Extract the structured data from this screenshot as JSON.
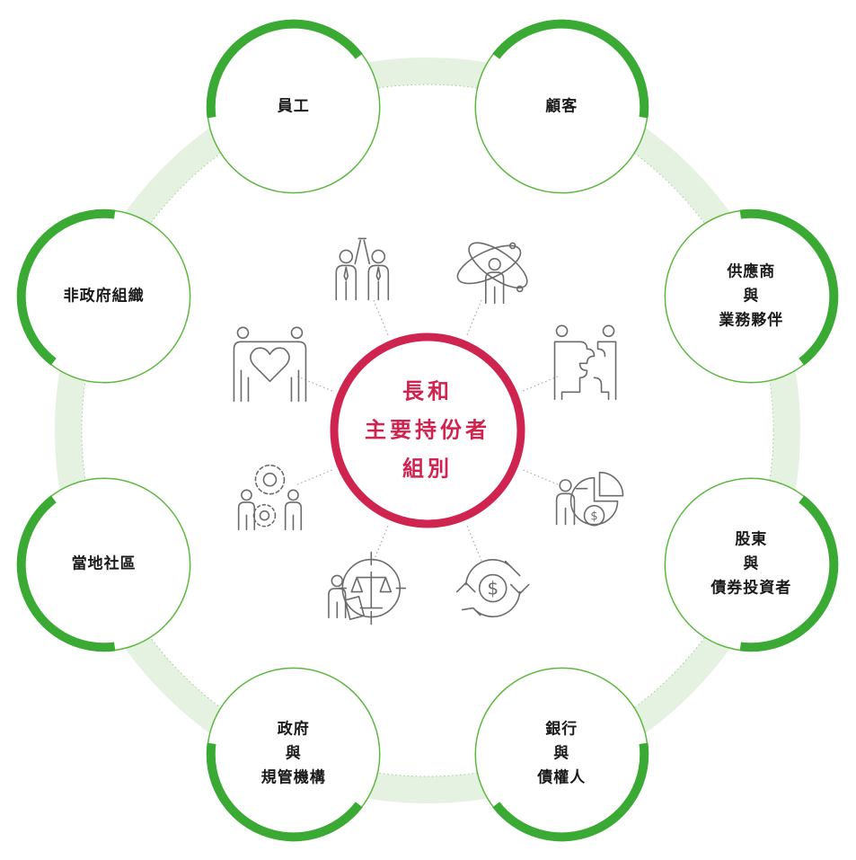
{
  "center": {
    "lines": [
      "長和",
      "主要持份者",
      "組別"
    ],
    "color": "#cf2450"
  },
  "colors": {
    "accent": "#3aaa35",
    "ring": "#e6f2e1",
    "icon": "#6b6b6b",
    "connector": "#9bcf8f"
  },
  "stakeholders": [
    {
      "lines": [
        "員工"
      ],
      "icon": "employees-handshake-icon"
    },
    {
      "lines": [
        "顧客"
      ],
      "icon": "customer-atom-icon"
    },
    {
      "lines": [
        "供應商",
        "與",
        "業務夥伴"
      ],
      "icon": "suppliers-puzzle-icon"
    },
    {
      "lines": [
        "股東",
        "與",
        "債券投資者"
      ],
      "icon": "shareholders-piechart-icon"
    },
    {
      "lines": [
        "銀行",
        "與",
        "債權人"
      ],
      "icon": "banks-dollar-cycle-icon"
    },
    {
      "lines": [
        "政府",
        "與",
        "規管機構"
      ],
      "icon": "government-scales-icon"
    },
    {
      "lines": [
        "當地社區"
      ],
      "icon": "community-gears-icon"
    },
    {
      "lines": [
        "非政府組織"
      ],
      "icon": "ngo-heart-icon"
    }
  ]
}
